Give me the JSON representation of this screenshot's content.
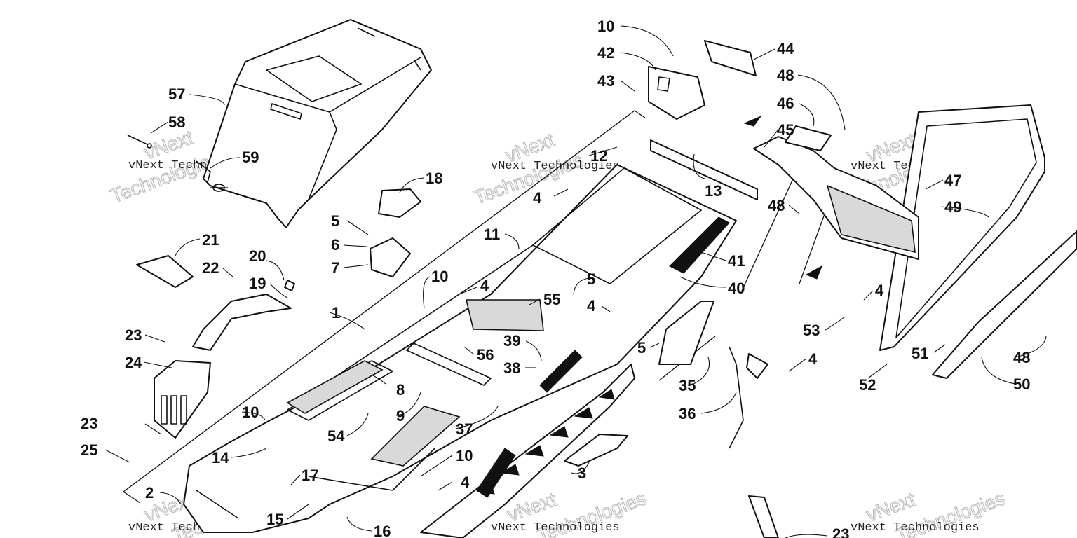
{
  "diagram": {
    "callouts": [
      "10",
      "44",
      "42",
      "43",
      "48",
      "46",
      "45",
      "57",
      "58",
      "59",
      "12",
      "18",
      "13",
      "47",
      "49",
      "4",
      "48",
      "5",
      "11",
      "6",
      "7",
      "21",
      "20",
      "22",
      "19",
      "10",
      "4",
      "5",
      "41",
      "40",
      "55",
      "4",
      "4",
      "1",
      "39",
      "53",
      "23",
      "56",
      "24",
      "8",
      "38",
      "5",
      "51",
      "48",
      "35",
      "52",
      "50",
      "4",
      "23",
      "10",
      "9",
      "54",
      "37",
      "36",
      "25",
      "14",
      "10",
      "3",
      "17",
      "2",
      "15",
      "4",
      "16",
      "23"
    ],
    "watermarks": [
      "vNext Technologies",
      "vNext Technologies",
      "vNext Technologies",
      "vNext Technologies",
      "vNext Technologies",
      "vNext Technologies"
    ],
    "watermark_outlines": [
      "vNext",
      "Technologies",
      "vNext",
      "Technologies",
      "vNext",
      "Technologies",
      "vNext",
      "Technologies",
      "vNext",
      "Technologies",
      "vNext",
      "Technologies"
    ]
  }
}
